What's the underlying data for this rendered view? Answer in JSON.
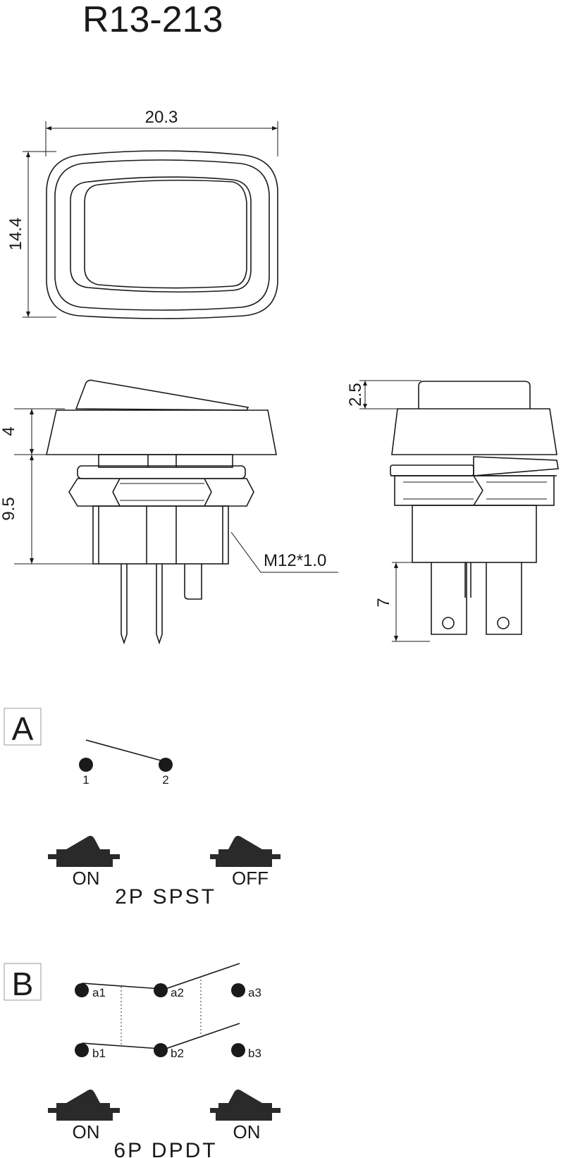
{
  "title": "R13-213",
  "top_view": {
    "width_label": "20.3",
    "height_label": "14.4"
  },
  "front_view": {
    "cap_label": "4",
    "body_label": "9.5",
    "thread_label": "M12*1.0"
  },
  "side_view": {
    "rocker_label": "2.5",
    "terminal_label": "7"
  },
  "section_a": {
    "letter": "A",
    "pins": [
      "1",
      "2"
    ],
    "left_state": "ON",
    "right_state": "OFF",
    "type": "2P SPST"
  },
  "section_b": {
    "letter": "B",
    "pins_a": [
      "a1",
      "a2",
      "a3"
    ],
    "pins_b": [
      "b1",
      "b2",
      "b3"
    ],
    "left_state": "ON",
    "right_state": "ON",
    "type": "6P DPDT"
  }
}
